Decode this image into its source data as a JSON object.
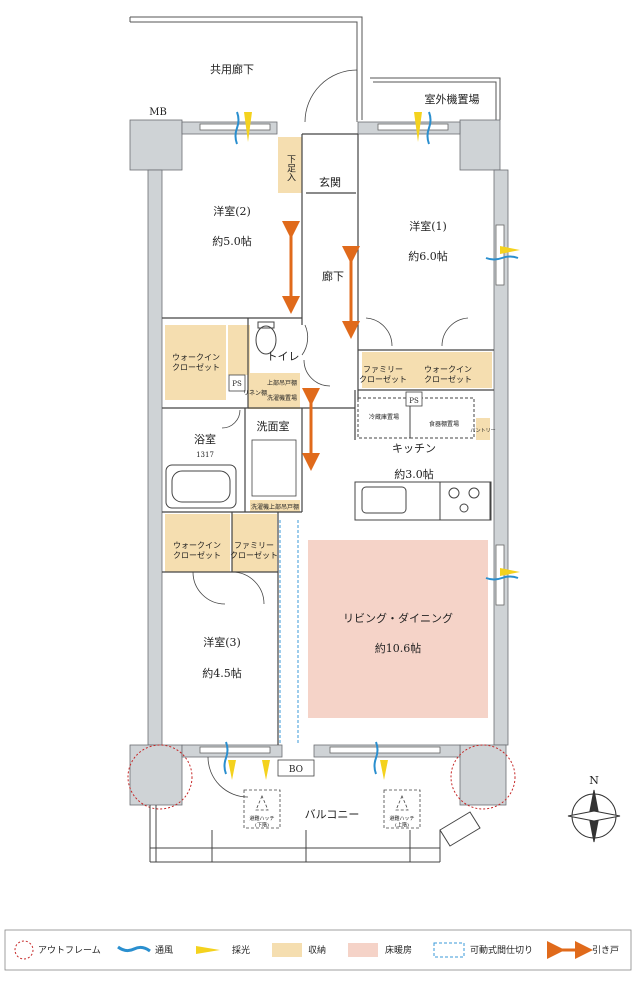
{
  "rooms": {
    "corridor_common": "共用廊下",
    "mb": "MB",
    "outdoor_unit": "室外機置場",
    "shoe_storage": "下足入",
    "entrance": "玄関",
    "western2_name": "洋室(2)",
    "western2_size": "約5.0帖",
    "western1_name": "洋室(1)",
    "western1_size": "約6.0帖",
    "hallway": "廊下",
    "walkin_closet_a": "ウォークイン\nクローゼット",
    "toilet": "トイレ",
    "upper_cabinet_a": "上部吊戸棚",
    "ps_a": "PS",
    "linen": "リネン棚",
    "washer": "洗濯機置場",
    "family_closet_a": "ファミリー\nクローゼット",
    "walkin_closet_b": "ウォークイン\nクローゼット",
    "ps_b": "PS",
    "fridge": "冷蔵庫置場",
    "dish_rack": "食器棚置場",
    "pantry": "パントリー",
    "bathroom": "浴室",
    "bath_size": "1317",
    "washroom": "洗面室",
    "kitchen": "キッチン",
    "kitchen_size": "約3.0帖",
    "upper_cabinet_b": "洗濯機上部吊戸棚",
    "walkin_closet_c": "ウォークイン\nクローゼット",
    "family_closet_b": "ファミリー\nクローゼット",
    "western3_name": "洋室(3)",
    "western3_size": "約4.5帖",
    "living_name": "リビング・ダイニング",
    "living_size": "約10.6帖",
    "bo": "BO",
    "balcony": "バルコニー",
    "hatch_a": "避難ハッチ\n(下階)",
    "hatch_b": "避難ハッチ\n(上階)",
    "north": "N"
  },
  "legend": {
    "outframe": "アウトフレーム",
    "ventilation": "通風",
    "daylight": "採光",
    "storage": "収納",
    "floor_heating": "床暖房",
    "movable_partition": "可動式間仕切り",
    "sliding_door": "引き戸"
  },
  "colors": {
    "storage": "#f5deb0",
    "floor_heating": "#f5d3c8",
    "arrow": "#e06a1b",
    "ventilation": "#2a8fcf",
    "daylight": "#f4d21e",
    "outframe": "#c62828",
    "partition": "#3a9ad9",
    "wall": "#cfd3d6"
  }
}
